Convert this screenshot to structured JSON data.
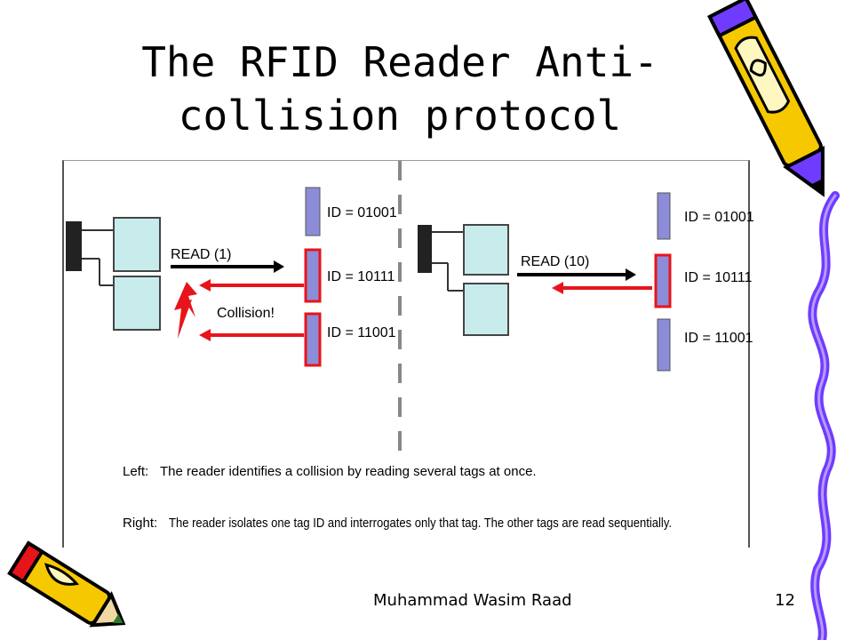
{
  "slide": {
    "title_line1": "The RFID Reader Anti-",
    "title_line2": "collision protocol",
    "footer_author": "Muhammad Wasim Raad",
    "page_number": "12"
  },
  "figure": {
    "left": {
      "command": "READ (1)",
      "collision_label": "Collision!",
      "tags": [
        "ID = 01001",
        "ID = 10111",
        "ID = 11001"
      ]
    },
    "right": {
      "command": "READ (10)",
      "tags": [
        "ID = 01001",
        "ID = 10111",
        "ID = 11001"
      ]
    },
    "caption_left_prefix": "Left:",
    "caption_left_text": "The reader identifies a collision by reading several tags at once.",
    "caption_right_prefix": "Right:",
    "caption_right_text": "The reader isolates one tag ID and interrogates only that tag. The other tags are read sequentially."
  },
  "colors": {
    "collision_red": "#e8141b",
    "tag_purple": "#8c8cd8",
    "screen_cyan": "#c8ecec",
    "pencil_yellow": "#f5c800",
    "pencil_purple": "#6f3cff"
  }
}
